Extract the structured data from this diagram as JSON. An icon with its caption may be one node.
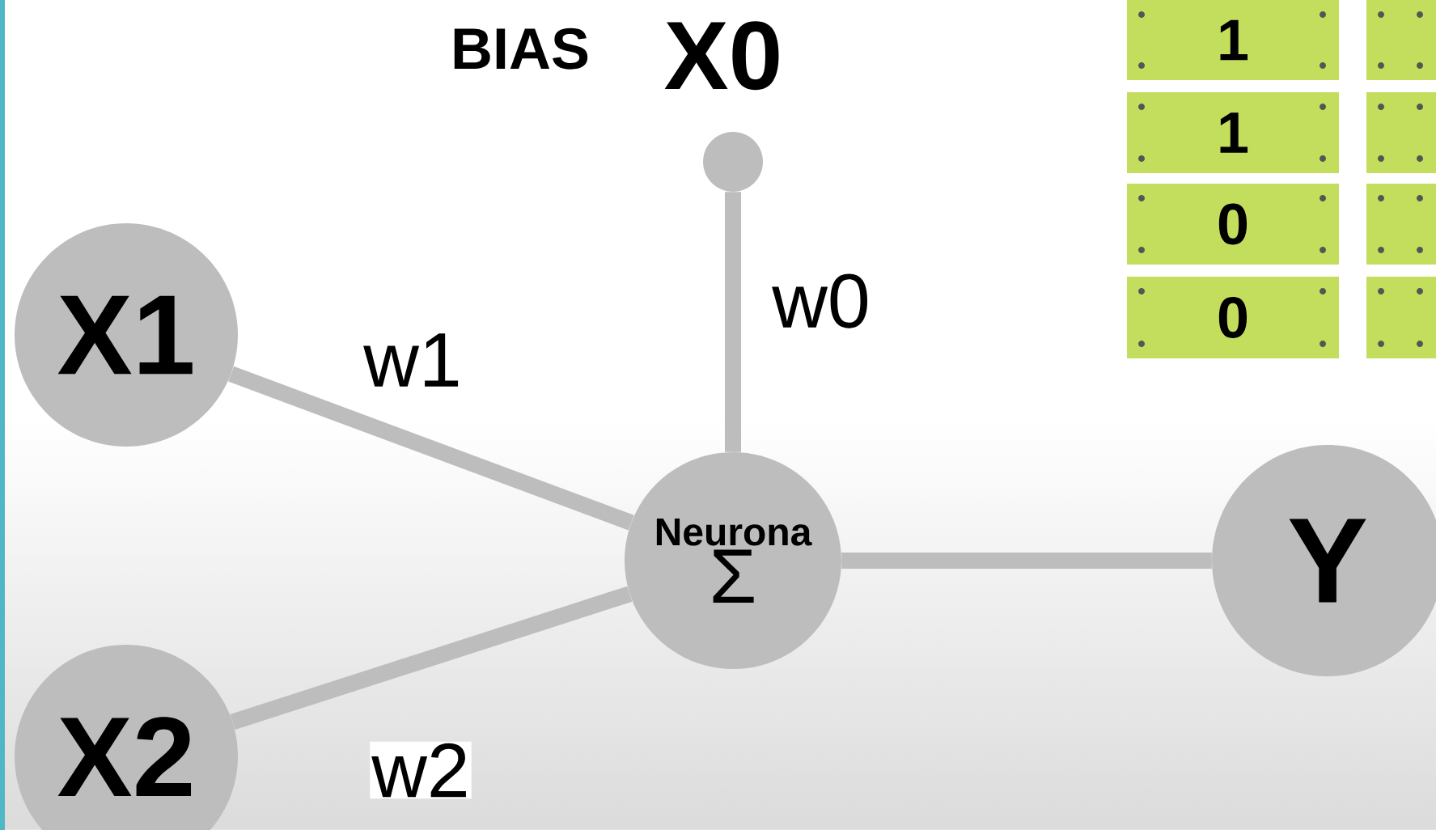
{
  "diagram": {
    "nodes": [
      {
        "text": [
          "X0"
        ],
        "beside": [
          "BIAS"
        ]
      },
      {
        "text": [
          "X1"
        ]
      },
      {
        "text": [
          "Neurona",
          "Σ"
        ]
      },
      {
        "text": [
          "Y"
        ]
      },
      {
        "text": [
          "X2"
        ]
      },
      {
        "text": [
          "1"
        ]
      },
      {
        "text": [],
        "shape": "box"
      },
      {
        "text": [
          "1"
        ]
      },
      {
        "text": [],
        "shape": "box"
      },
      {
        "text": [
          "0"
        ]
      },
      {
        "text": [],
        "shape": "box"
      },
      {
        "text": [
          "0"
        ]
      },
      {
        "text": [],
        "shape": "box"
      }
    ],
    "edges": [
      {
        "from": 0,
        "to": 2,
        "arrow": "none",
        "label": "w0"
      },
      {
        "from": 1,
        "to": 2,
        "arrow": "none",
        "label": "w1"
      },
      {
        "from": 4,
        "to": 2,
        "arrow": "none",
        "label": "w2"
      },
      {
        "from": 2,
        "to": 3,
        "arrow": "none"
      }
    ]
  }
}
